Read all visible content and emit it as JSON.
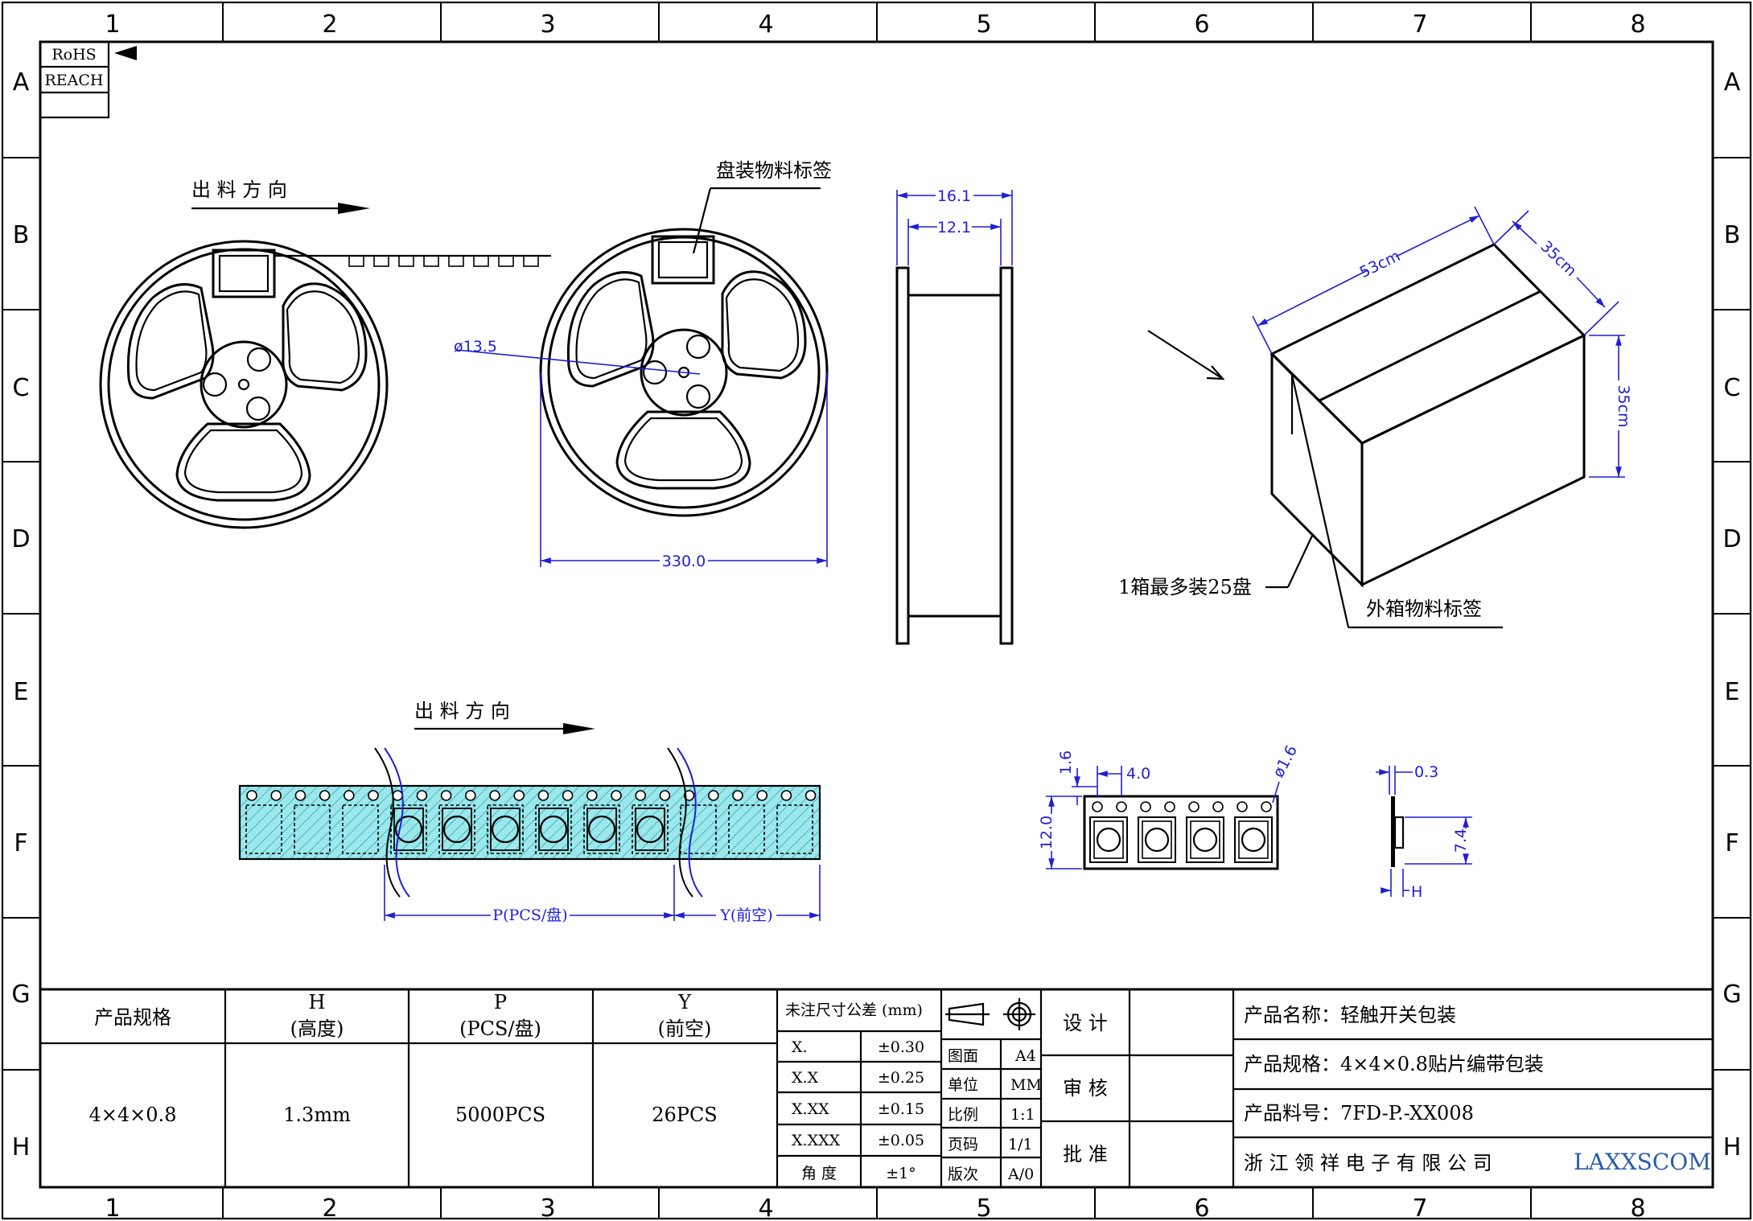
{
  "grid": {
    "columns": [
      "1",
      "2",
      "3",
      "4",
      "5",
      "6",
      "7",
      "8"
    ],
    "rows": [
      "A",
      "B",
      "C",
      "D",
      "E",
      "F",
      "G",
      "H"
    ]
  },
  "compliance": {
    "rohs": "RoHS",
    "reach": "REACH"
  },
  "labels": {
    "feed_direction": "出 料 方 向",
    "reel_label": "盘装物料标签",
    "box_label": "外箱物料标签",
    "box_capacity": "1箱最多装25盘"
  },
  "dimensions": {
    "reel_width_outer": "16.1",
    "reel_width_inner": "12.1",
    "hub_diameter": "ø13.5",
    "reel_diameter": "330.0",
    "box_length": "53cm",
    "box_width": "35cm",
    "box_height": "35cm",
    "tape_pitch_p": "P(PCS/盘)",
    "tape_leader_y": "Y(前空)",
    "sprocket_offset": "1.6",
    "sprocket_pitch": "4.0",
    "sprocket_hole": "ø1.6",
    "tape_width": "12.0",
    "cover_thickness": "0.3",
    "pocket_depth": "7.4",
    "height_h": "H"
  },
  "spec_table": {
    "headers": [
      {
        "line1": "产品规格",
        "line2": ""
      },
      {
        "line1": "H",
        "line2": "(高度)"
      },
      {
        "line1": "P",
        "line2": "(PCS/盘)"
      },
      {
        "line1": "Y",
        "line2": "(前空)"
      }
    ],
    "values": [
      "4×4×0.8",
      "1.3mm",
      "5000PCS",
      "26PCS"
    ]
  },
  "tolerance": {
    "title": "未注尺寸公差 (mm)",
    "rows": [
      {
        "key": "X.",
        "value": "±0.30"
      },
      {
        "key": "X.X",
        "value": "±0.25"
      },
      {
        "key": "X.XX",
        "value": "±0.15"
      },
      {
        "key": "X.XXX",
        "value": "±0.05"
      },
      {
        "key": "角 度",
        "value": "±1°"
      }
    ]
  },
  "sheet_info": [
    {
      "key": "图面",
      "value": "A4"
    },
    {
      "key": "单位",
      "value": "MM"
    },
    {
      "key": "比例",
      "value": "1:1"
    },
    {
      "key": "页码",
      "value": "1/1"
    },
    {
      "key": "版次",
      "value": "A/0"
    }
  ],
  "approval": {
    "design": "设 计",
    "review": "审 核",
    "approve": "批 准"
  },
  "product": {
    "name": "产品名称：轻触开关包装",
    "spec": "产品规格：4×4×0.8贴片编带包装",
    "part_no": "产品料号：7FD-P.-XX008",
    "company": "浙 江 领 祥 电 子 有 限 公 司",
    "brand": "LAXXSCOM"
  },
  "colors": {
    "dimension": "#1f1fd6",
    "tape_fill": "#9be8ec",
    "brand": "#2a5ca8"
  }
}
